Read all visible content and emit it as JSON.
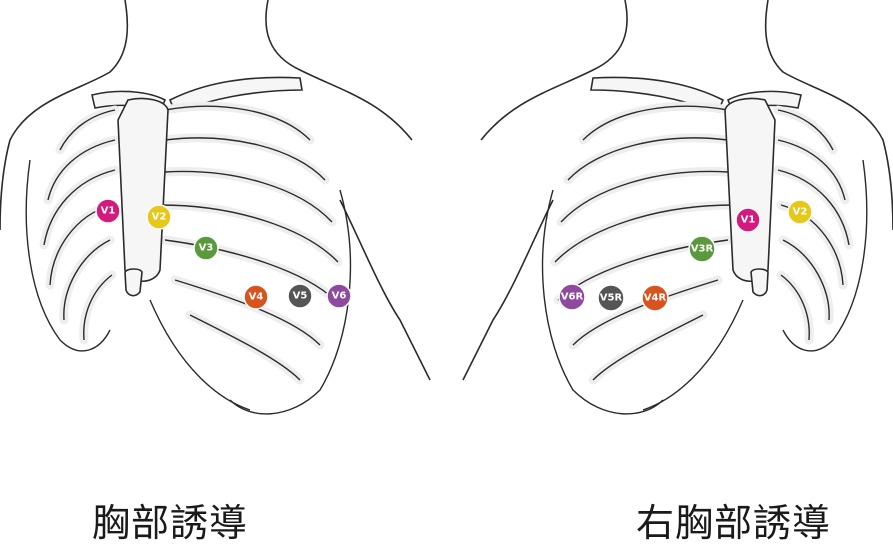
{
  "left_panel": {
    "caption": "胸部誘導",
    "electrodes": [
      {
        "label": "V1",
        "color": "#d4197f"
      },
      {
        "label": "V2",
        "color": "#e6c81a"
      },
      {
        "label": "V3",
        "color": "#5a9a3c"
      },
      {
        "label": "V4",
        "color": "#d8541e"
      },
      {
        "label": "V5",
        "color": "#555555"
      },
      {
        "label": "V6",
        "color": "#8e4a9e"
      }
    ]
  },
  "right_panel": {
    "caption": "右胸部誘導",
    "electrodes": [
      {
        "label": "V1",
        "color": "#d4197f"
      },
      {
        "label": "V2",
        "color": "#e6c81a"
      },
      {
        "label": "V3R",
        "color": "#5a9a3c"
      },
      {
        "label": "V4R",
        "color": "#d8541e"
      },
      {
        "label": "V5R",
        "color": "#555555"
      },
      {
        "label": "V6R",
        "color": "#8e4a9e"
      }
    ]
  }
}
